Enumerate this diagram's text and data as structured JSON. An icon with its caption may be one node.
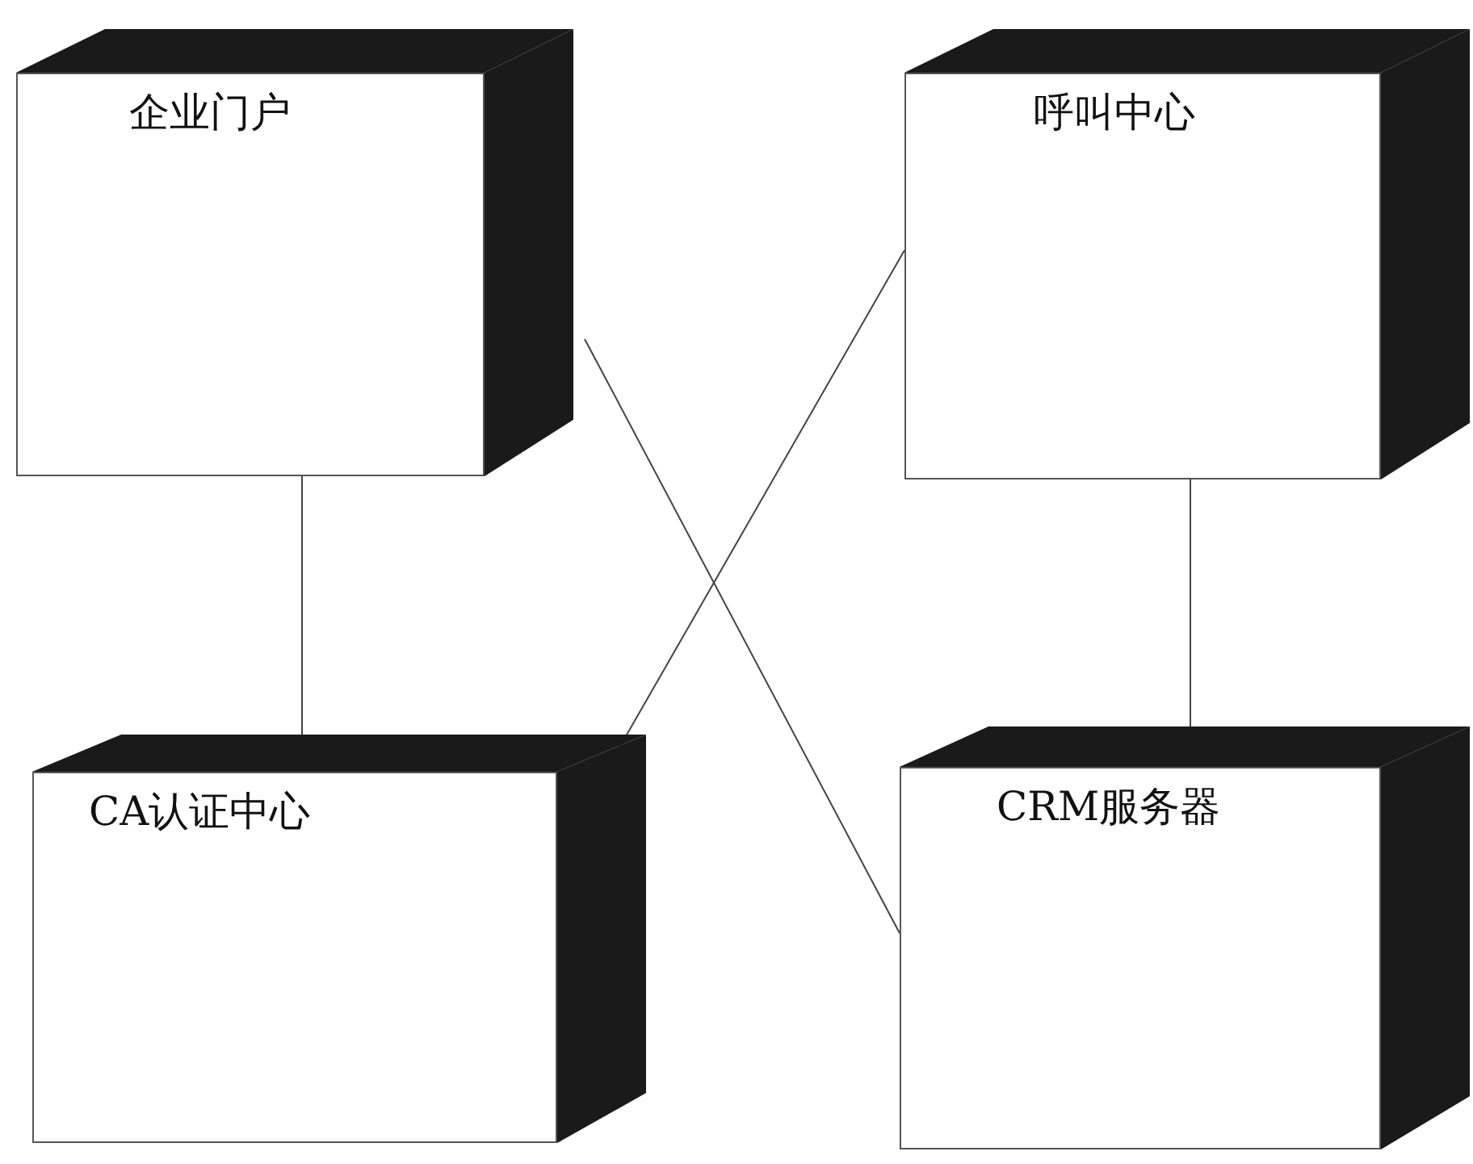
{
  "diagram": {
    "nodes": [
      {
        "text": [
          "企业门户"
        ]
      },
      {
        "text": [
          "呼叫中心"
        ]
      },
      {
        "text": [
          "CA认证中心"
        ]
      },
      {
        "text": [
          "CRM服务器"
        ]
      }
    ],
    "edges": [
      {
        "from": 0,
        "to": 2,
        "arrow": "none"
      },
      {
        "from": 1,
        "to": 3,
        "arrow": "none"
      },
      {
        "from": 0,
        "to": 3,
        "arrow": "none"
      },
      {
        "from": 2,
        "to": 1,
        "arrow": "none"
      }
    ]
  }
}
